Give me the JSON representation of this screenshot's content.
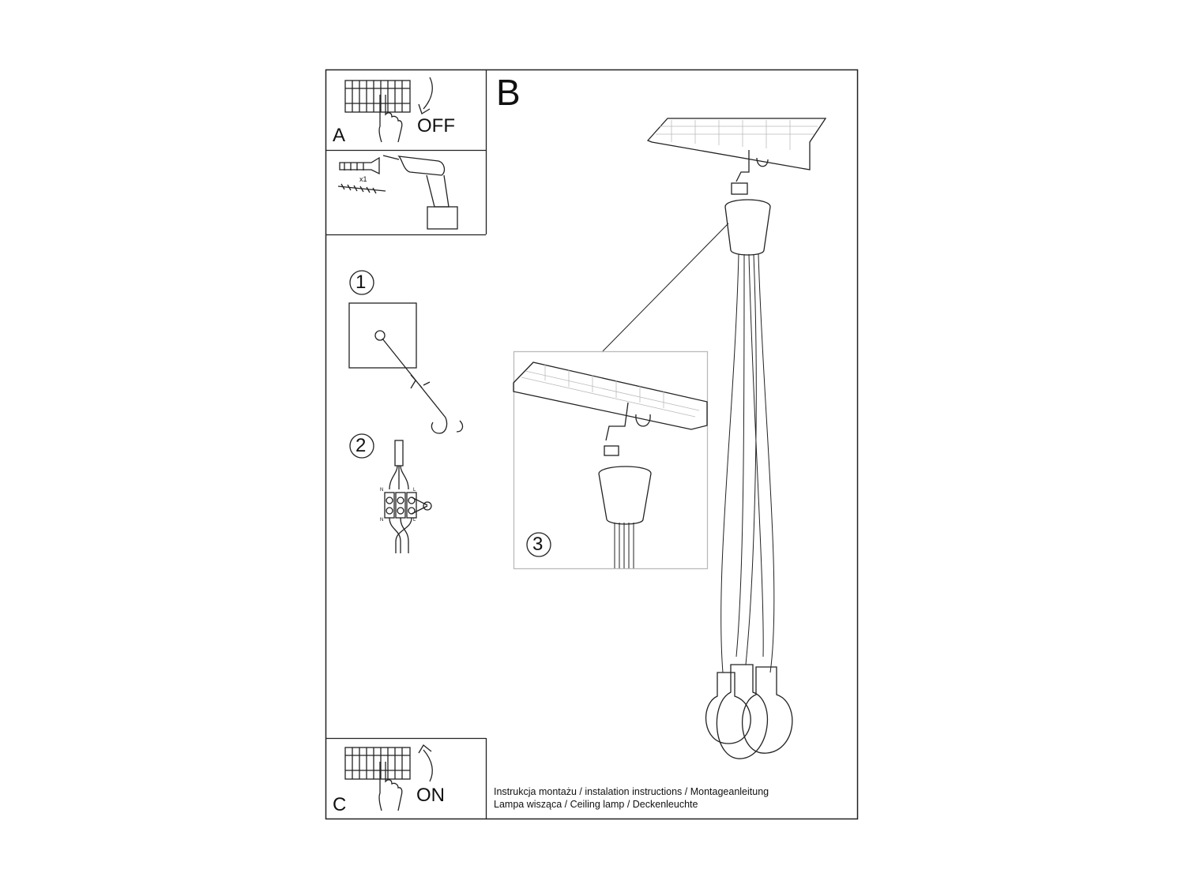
{
  "panel_a": {
    "letter": "A",
    "label": "OFF"
  },
  "tools": {
    "quantity": "x1"
  },
  "panel_b": {
    "letter": "B"
  },
  "steps": [
    {
      "number": "1"
    },
    {
      "number": "2",
      "wire_labels": [
        "N",
        "L",
        "N",
        "L"
      ]
    },
    {
      "number": "3"
    }
  ],
  "panel_c": {
    "letter": "C",
    "label": "ON"
  },
  "footer": {
    "line1": "Instrukcja montażu / instalation instructions / Montageanleitung",
    "line2": "Lampa wisząca / Ceiling lamp  / Deckenleuchte"
  }
}
